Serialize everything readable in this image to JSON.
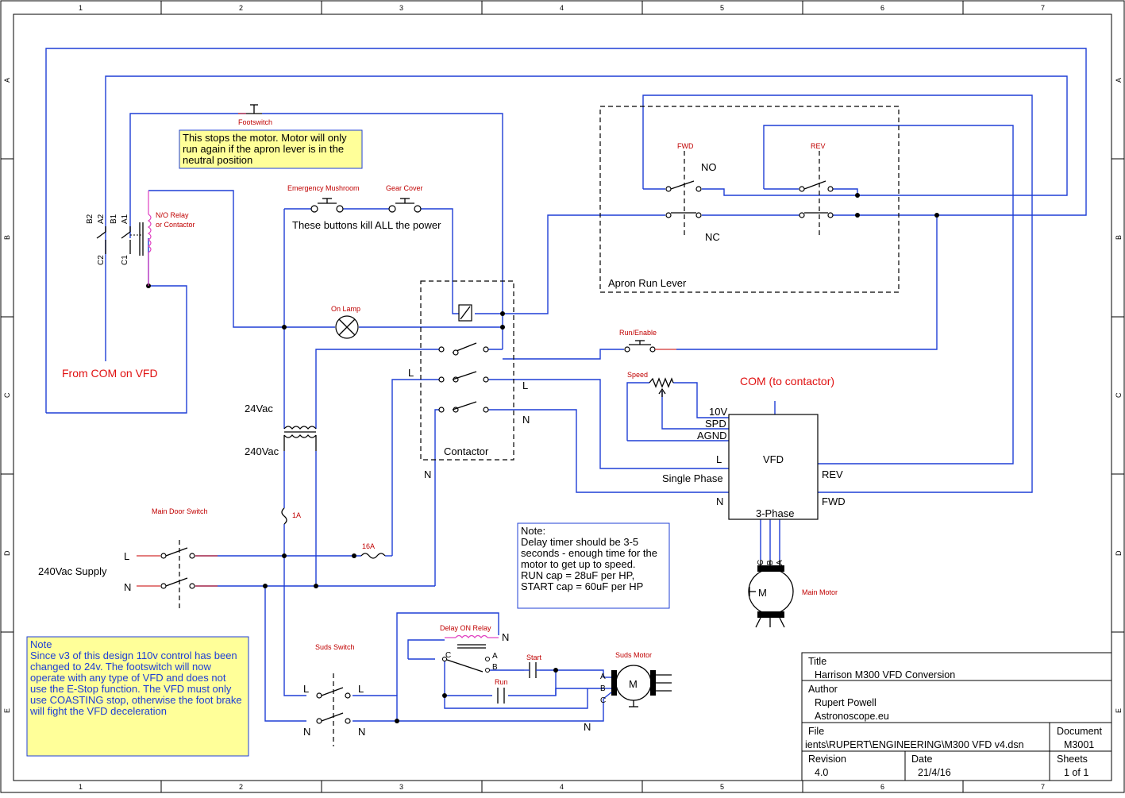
{
  "grid": {
    "columns": [
      "1",
      "2",
      "3",
      "4",
      "5",
      "6",
      "7"
    ],
    "rows": [
      "A",
      "B",
      "C",
      "D",
      "E"
    ]
  },
  "components": {
    "footswitch": "Footswitch",
    "emergency_mushroom": "Emergency Mushroom",
    "gear_cover": "Gear Cover",
    "kill_note": "These buttons kill ALL the power",
    "relay": "N/O Relay",
    "relay_sub": "or Contactor",
    "relay_pins": {
      "b2": "B2",
      "a2": "A2",
      "b1": "B1",
      "a1": "A1",
      "c2": "C2",
      "c1": "C1"
    },
    "on_lamp": "On Lamp",
    "run_enable": "Run/Enable",
    "speed": "Speed",
    "com_to_contactor": "COM (to contactor)",
    "from_com": "From COM on VFD",
    "contactor": "Contactor",
    "apron_lever": "Apron Run Lever",
    "fwd": "FWD",
    "rev": "REV",
    "no": "NO",
    "nc": "NC",
    "transformer_secondary": "24Vac",
    "transformer_primary": "240Vac",
    "fuse_1a": "1A",
    "fuse_16a": "16A",
    "main_door_switch": "Main Door Switch",
    "supply": "240Vac Supply",
    "l": "L",
    "n": "N",
    "suds_switch": "Suds Switch",
    "delay_relay": "Delay ON Relay",
    "start": "Start",
    "run": "Run",
    "suds_motor": "Suds Motor",
    "main_motor": "Main Motor",
    "motor_m": "M",
    "pin_a": "A",
    "pin_b": "B",
    "pin_c": "C"
  },
  "vfd": {
    "title": "VFD",
    "t_10v": "10V",
    "t_spd": "SPD",
    "t_agnd": "AGND",
    "t_l": "L",
    "t_n": "N",
    "single_phase": "Single Phase",
    "three_phase": "3-Phase",
    "rev": "REV",
    "fwd": "FWD"
  },
  "notes": {
    "footswitch_note": [
      "This stops the motor. Motor will only",
      "run again if the apron lever is in the",
      "neutral position"
    ],
    "delay_note": [
      "Note:",
      "Delay timer should be 3-5",
      "seconds - enough time for the",
      "motor to get up to speed.",
      "RUN cap = 28uF per HP,",
      "START cap = 60uF per HP"
    ],
    "design_note": [
      "Note",
      "Since v3 of this design 110v control has been",
      "changed to 24v. The footswitch will now",
      "operate with any type of VFD and does not",
      "use the E-Stop function. The VFD must only",
      "use COASTING stop, otherwise the foot brake",
      "will fight the VFD deceleration"
    ]
  },
  "title_block": {
    "title_label": "Title",
    "title": "Harrison M300 VFD Conversion",
    "author_label": "Author",
    "author": "Rupert Powell",
    "author_site": "Astronoscope.eu",
    "file_label": "File",
    "file": "ients\\RUPERT\\ENGINEERING\\M300 VFD v4.dsn",
    "document_label": "Document",
    "document": "M3001",
    "revision_label": "Revision",
    "revision": "4.0",
    "date_label": "Date",
    "date": "21/4/16",
    "sheets_label": "Sheets",
    "sheets": "1 of 1"
  },
  "colors": {
    "wire": "#1f3fd6",
    "component": "#d23030",
    "note_fill": "#ffff99",
    "note_border": "#1f3fd6"
  }
}
